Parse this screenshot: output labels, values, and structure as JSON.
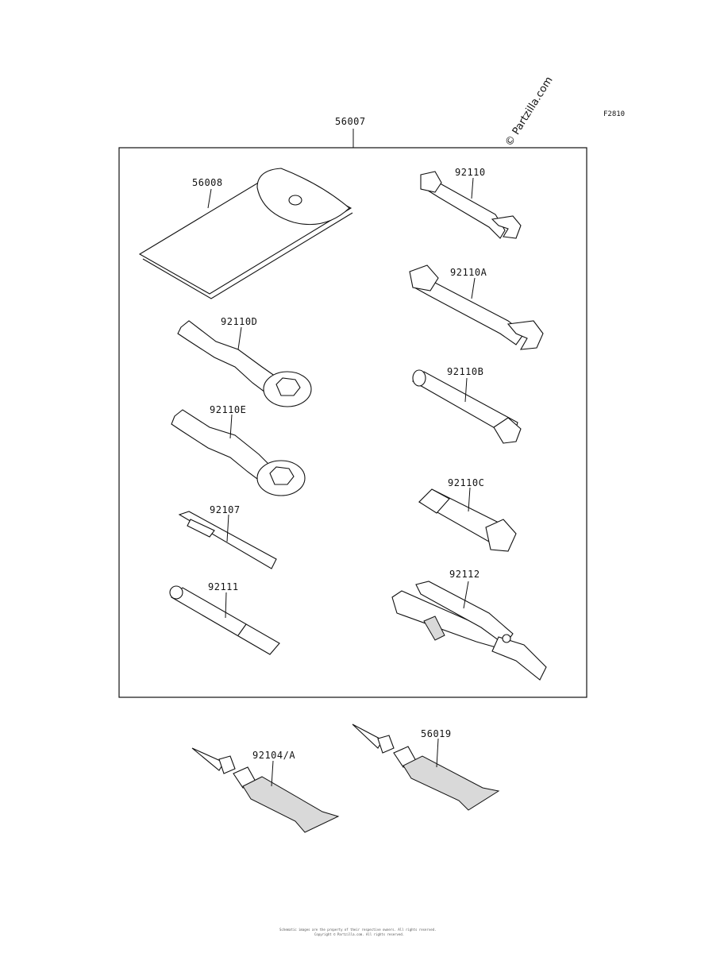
{
  "figure_code": "F2810",
  "watermark": "© Partzilla.com",
  "kit": {
    "part_number": "56007"
  },
  "parts": {
    "pouch": "56008",
    "wrench_small": "92110",
    "wrench_large": "92110A",
    "ring_wrench_d": "92110D",
    "box_wrench_b": "92110B",
    "ring_wrench_e": "92110E",
    "box_wrench_c": "92110C",
    "screwdriver": "92107",
    "handle": "92111",
    "pliers": "92112",
    "grease_tube_1": "92104/A",
    "grease_tube_2": "56019"
  },
  "footer": {
    "line1": "Schematic images are the property of their respective owners. All rights reserved.",
    "line2": "Copyright © Partzilla.com. All rights reserved."
  }
}
